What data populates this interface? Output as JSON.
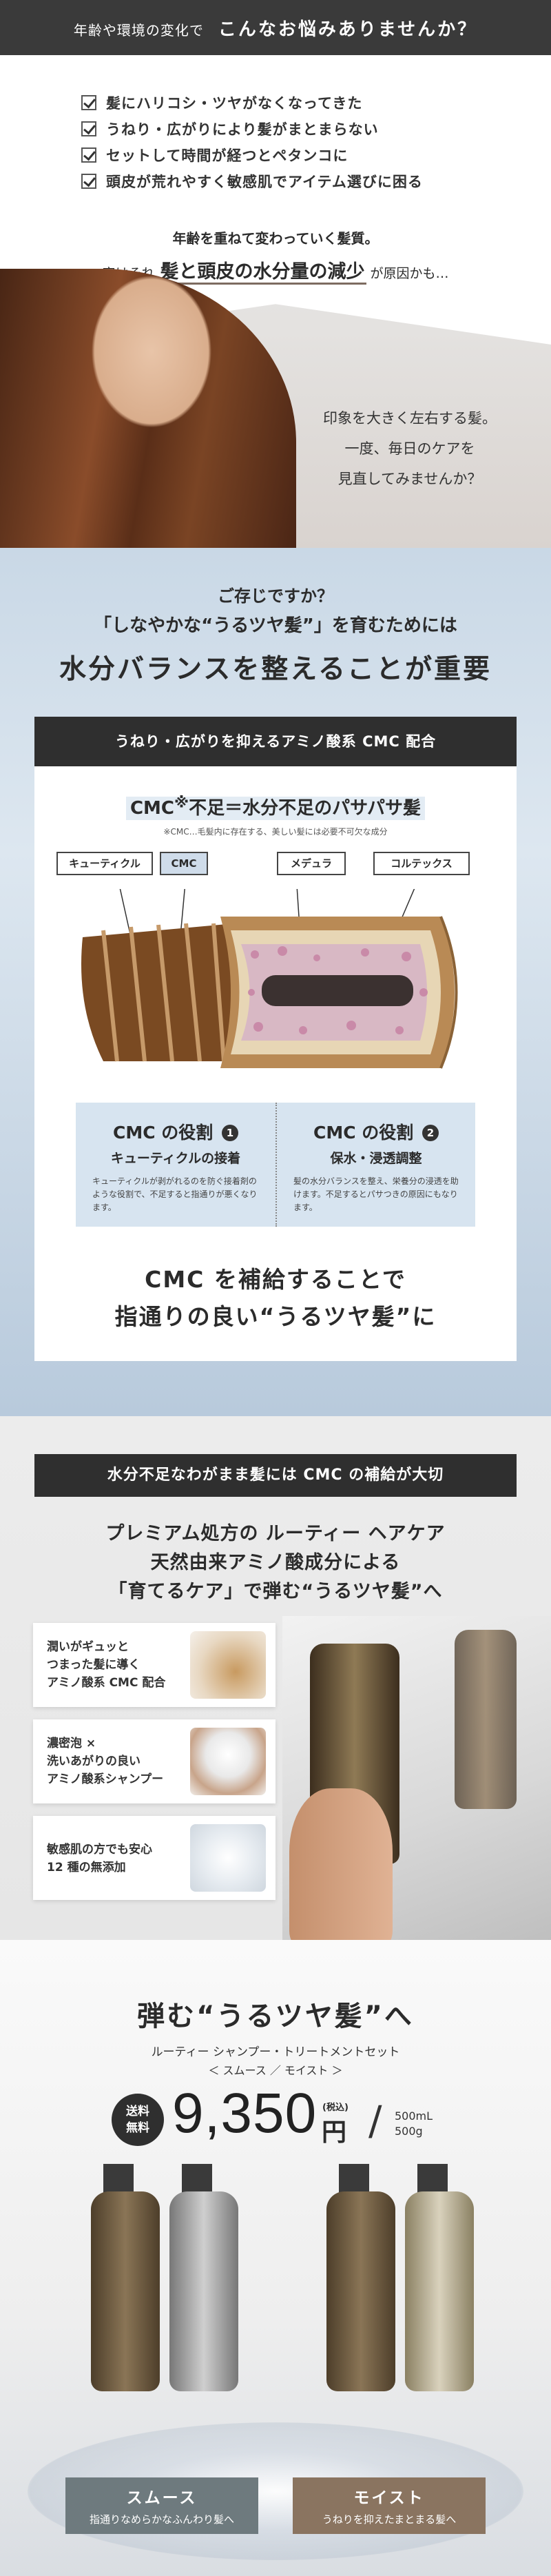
{
  "intro": {
    "lead": "年齢や環境の変化で",
    "headline": "こんなお悩みありませんか？",
    "checks": [
      "髪にハリコシ・ツヤがなくなってきた",
      "うねり・広がりにより髪がまとまらない",
      "セットして時間が経つとペタンコに",
      "頭皮が荒れやすく敏感肌でアイテム選びに困る"
    ],
    "age_line": "年齢を重ねて変わっていく髪質。",
    "cause_pre": "実はそれ",
    "cause_big": "髪と頭皮の水分量の減少",
    "cause_post": "が原因かも…",
    "impression": [
      "印象を大きく左右する髪。",
      "一度、毎日のケアを",
      "見直してみませんか？"
    ]
  },
  "knowledge": {
    "q1": "ご存じですか？",
    "q2": "「しなやかな“うるツヤ髪”」を育むためには",
    "q3": "水分バランスを整えることが重要",
    "card_title": "うねり・広がりを抑えるアミノ酸系 CMC 配合",
    "lack_a": "CMC",
    "lack_sup": "※",
    "lack_b": "不足＝水分不足のパサパサ髪",
    "note": "※CMC…毛髪内に存在する、美しい髪には必要不可欠な成分",
    "labels": [
      "キューティクル",
      "CMC",
      "メデュラ",
      "コルテックス"
    ],
    "role1_title": "CMC の役割",
    "role1_num": "1",
    "role1_sub": "キューティクルの接着",
    "role1_desc": "キューティクルが剥がれるのを防ぐ接着剤のような役割で、不足すると指通りが悪くなります。",
    "role2_title": "CMC の役割",
    "role2_num": "2",
    "role2_sub": "保水・浸透調整",
    "role2_desc": "髪の水分バランスを整え、栄養分の浸透を助けます。不足するとパサつきの原因にもなります。",
    "bottom1": "CMC を補給することで",
    "bottom2": "指通りの良い“うるツヤ髪”に"
  },
  "product": {
    "bar": "水分不足なわがまま髪には CMC の補給が大切",
    "h1": "プレミアム処方の ルーティー ヘアケア",
    "h2": "天然由来アミノ酸成分による",
    "h3": "「育てるケア」で弾む“うるツヤ髪”へ",
    "features": [
      [
        "潤いがギュッと",
        "つまった髪に導く",
        "アミノ酸系 CMC 配合"
      ],
      [
        "濃密泡 ×",
        "洗いあがりの良い",
        "アミノ酸系シャンプー"
      ],
      [
        "敏感肌の方でも安心",
        "12 種の無添加"
      ]
    ]
  },
  "offer": {
    "title": "弾む“うるツヤ髪”へ",
    "sub": "ルーティー シャンプー・トリートメントセット",
    "variants": "＜ スムース ／ モイスト ＞",
    "ship": "送料\n無料",
    "price": "9,350",
    "yen": "円",
    "tax": "(税込)",
    "slash": "/",
    "vol1": "500mL",
    "vol2": "500g",
    "smooth_name": "スムース",
    "smooth_desc": "指通りなめらかなふんわり髪へ",
    "moist_name": "モイスト",
    "moist_desc": "うねりを抑えたまとまる髪へ",
    "colors": {
      "smooth": "#6e7a7e",
      "moist": "#8a7460"
    }
  }
}
